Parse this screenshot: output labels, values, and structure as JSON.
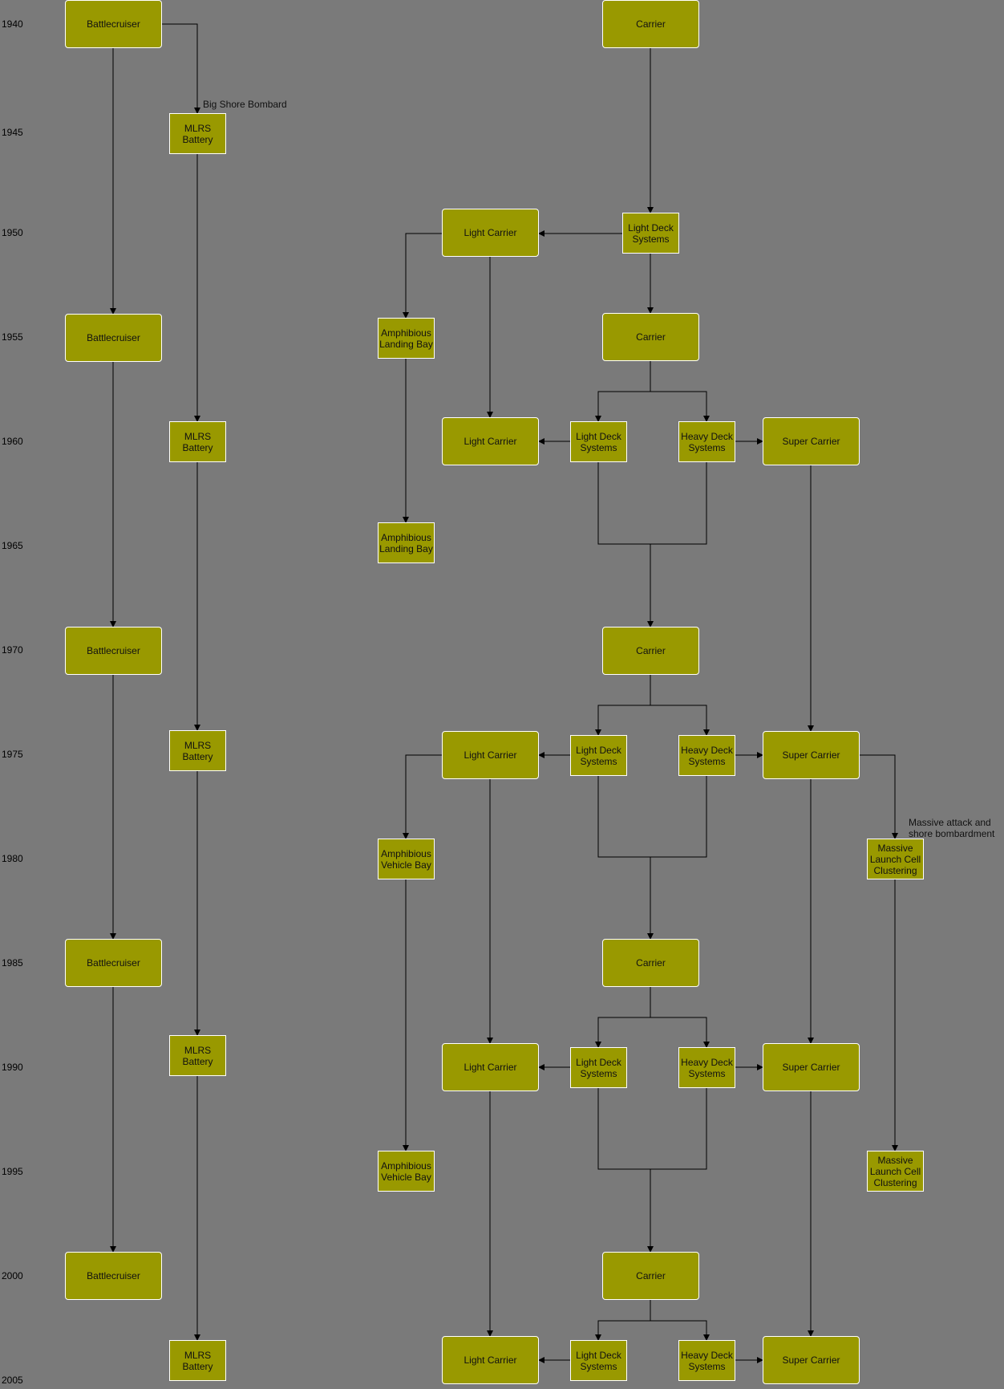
{
  "years": [
    "1940",
    "1945",
    "1950",
    "1955",
    "1960",
    "1965",
    "1970",
    "1975",
    "1980",
    "1985",
    "1990",
    "1995",
    "2000",
    "2005"
  ],
  "nodes": {
    "bc1": "Battlecruiser",
    "bc2": "Battlecruiser",
    "bc3": "Battlecruiser",
    "bc4": "Battlecruiser",
    "bc5": "Battlecruiser",
    "mlrs1": "MLRS Battery",
    "mlrs2": "MLRS Battery",
    "mlrs3": "MLRS Battery",
    "mlrs4": "MLRS Battery",
    "mlrs5": "MLRS Battery",
    "car1": "Carrier",
    "car2": "Carrier",
    "car3": "Carrier",
    "car4": "Carrier",
    "car5": "Carrier",
    "lds1": "Light Deck Systems",
    "lds2": "Light Deck Systems",
    "lds3": "Light Deck Systems",
    "lds4": "Light Deck Systems",
    "lds5": "Light Deck Systems",
    "hds1": "Heavy Deck Systems",
    "hds2": "Heavy Deck Systems",
    "hds3": "Heavy Deck Systems",
    "hds4": "Heavy Deck Systems",
    "lc1": "Light Carrier",
    "lc2": "Light Carrier",
    "lc3": "Light Carrier",
    "lc4": "Light Carrier",
    "lc5": "Light Carrier",
    "sc1": "Super Carrier",
    "sc2": "Super Carrier",
    "sc3": "Super Carrier",
    "sc4": "Super Carrier",
    "alb1": "Amphibious Landing Bay",
    "alb2": "Amphibious Landing Bay",
    "avb1": "Amphibious Vehicle Bay",
    "avb2": "Amphibious Vehicle Bay",
    "mlcc1": "Massive Launch Cell Clustering",
    "mlcc2": "Massive Launch Cell Clustering"
  },
  "notes": {
    "shore": "Big Shore Bombard",
    "massive": "Massive attack and shore bombardment"
  },
  "colors": {
    "node_fill": "#999900",
    "node_border": "#ffffff",
    "background": "#7a7a7a",
    "edge": "#000000"
  }
}
